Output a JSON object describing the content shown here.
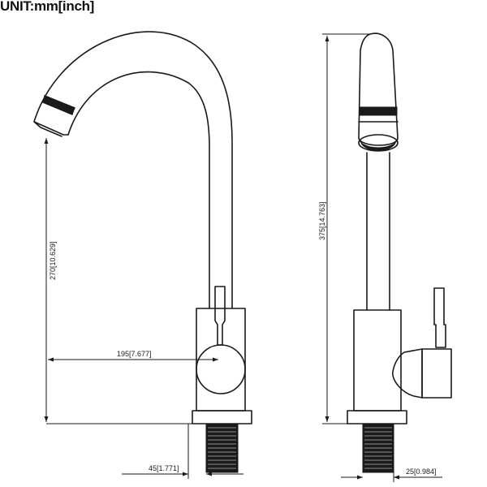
{
  "header": {
    "unit_label": "UNIT:mm[inch]"
  },
  "dimensions": {
    "front_height": "270[10.629]",
    "front_reach": "195[7.677]",
    "front_base": "45[1.771]",
    "side_height": "375[14.763]",
    "side_base": "25[0.984]"
  },
  "colors": {
    "line": "#1a1a1a",
    "background": "#ffffff"
  }
}
